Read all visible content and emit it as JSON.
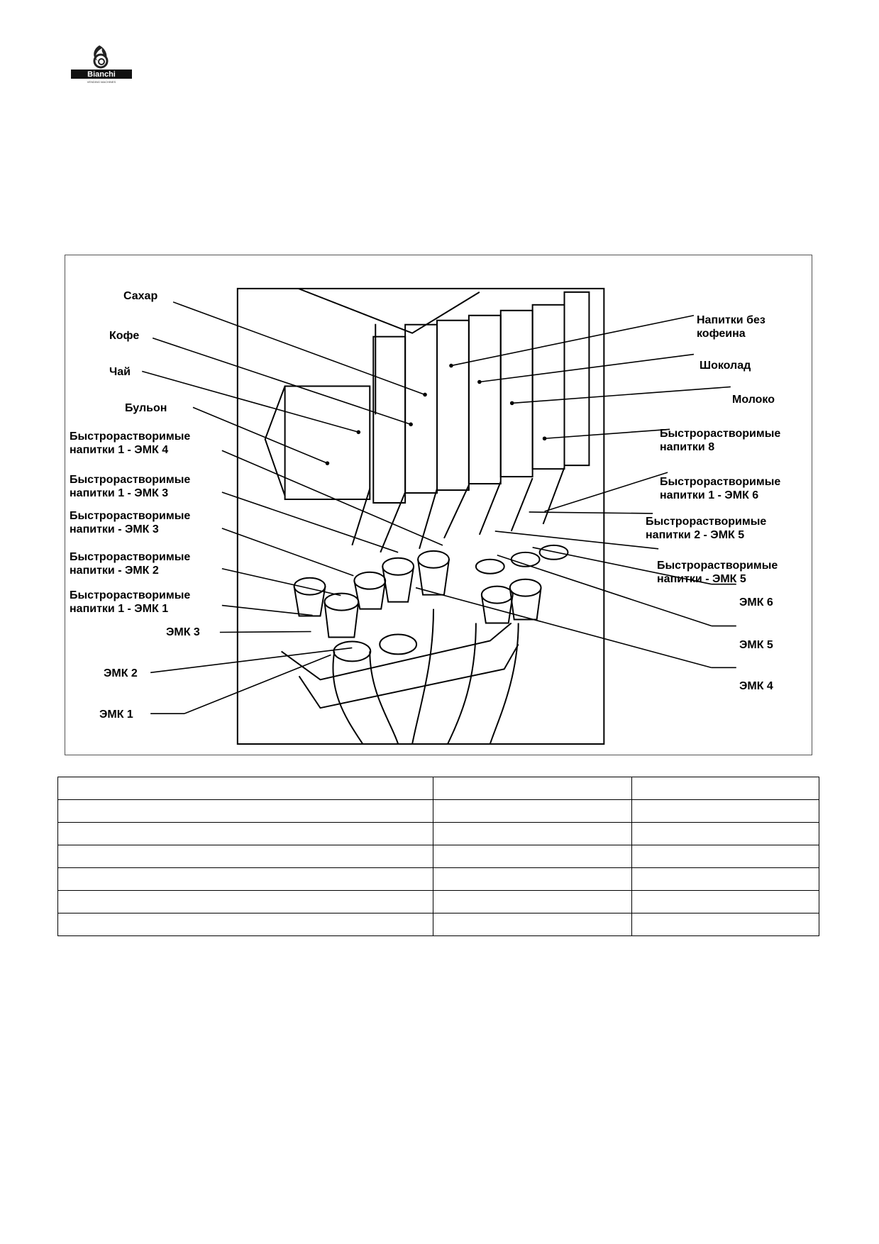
{
  "header": {
    "logo_text": "Bianchi",
    "logo_subtext": "VENDING MACHINES"
  },
  "figure": {
    "labels_left": [
      "Сахар",
      "Кофе",
      "Чай",
      "Бульон",
      "Быстрорастворимые напитки 1 - ЭМК 4",
      "Быстрорастворимые напитки 1 - ЭМК 3",
      "Быстрорастворимые напитки - ЭМК 3",
      "Быстрорастворимые напитки - ЭМК 2",
      "Быстрорастворимые напитки 1 - ЭМК 1",
      "ЭМК 3",
      "ЭМК 2",
      "ЭМК 1"
    ],
    "labels_right": [
      "Напитки без кофеина",
      "Шоколад",
      "Молоко",
      "Быстрорастворимые напитки 8",
      "Быстрорастворимые напитки 1 - ЭМК 6",
      "Быстрорастворимые напитки 2 - ЭМК 5",
      "Быстрорастворимые напитки - ЭМК 5",
      "ЭМК 6",
      "ЭМК 5",
      "ЭМК 4"
    ]
  },
  "table": {
    "rows": [
      [
        "",
        "",
        ""
      ],
      [
        "",
        "",
        ""
      ],
      [
        "",
        "",
        ""
      ],
      [
        "",
        "",
        ""
      ],
      [
        "",
        "",
        ""
      ],
      [
        "",
        "",
        ""
      ],
      [
        "",
        "",
        ""
      ]
    ]
  }
}
